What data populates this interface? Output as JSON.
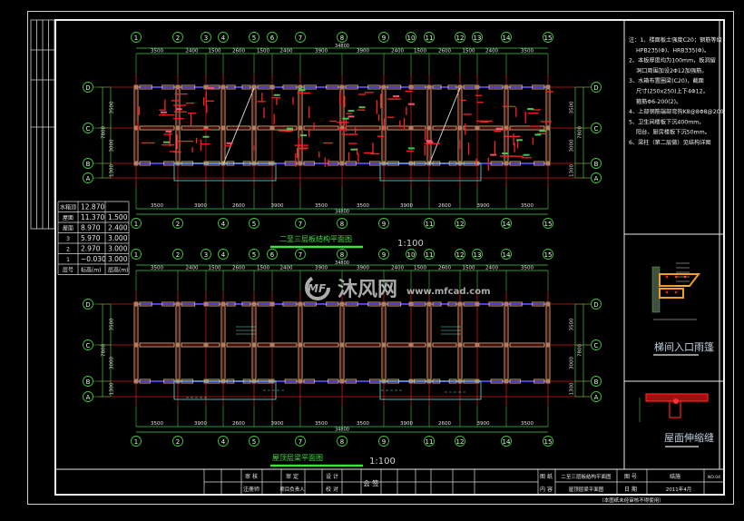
{
  "colors": {
    "background": "#000000",
    "frame": "#e8e8e8",
    "dimension": "#3ec83e",
    "grid": "#d01c1c",
    "wall": "#e0b080",
    "beam": "#5040d0",
    "annotation": "#ff5070",
    "detail": "#ff2020",
    "text_cyan": "#60e0e0"
  },
  "axes": {
    "columns": [
      "1",
      "2",
      "3",
      "4",
      "5",
      "6",
      "7",
      "8",
      "9",
      "10",
      "11",
      "12",
      "13",
      "14",
      "15"
    ],
    "rows": [
      "D",
      "C",
      "B",
      "A"
    ],
    "bottom_columns": [
      "1",
      "2",
      "4",
      "5",
      "7",
      "8",
      "9",
      "11",
      "12",
      "14",
      "15"
    ]
  },
  "dimensions": {
    "top_segments": [
      "3500",
      "2400",
      "1500",
      "2600",
      "1500",
      "2400",
      "3900",
      "3900",
      "2400",
      "1500",
      "2600",
      "1500",
      "2400",
      "3500"
    ],
    "bottom_segments": [
      "3500",
      "3900",
      "2600",
      "3900",
      "3500",
      "3500",
      "3900",
      "2600",
      "3900",
      "3500"
    ],
    "total": "34800",
    "vertical_segments": [
      "3500",
      "3000",
      "1300"
    ],
    "vertical_total": "7800"
  },
  "plans": {
    "upper": {
      "title": "二至三层板结构平面图",
      "scale": "1:100"
    },
    "lower": {
      "title": "屋顶层梁平面图",
      "scale": "1:100"
    }
  },
  "elevation_table": {
    "rows": [
      [
        "水箱顶",
        "12.870",
        ""
      ],
      [
        "屋面",
        "11.370",
        "1.500"
      ],
      [
        "屋面",
        "8.970",
        "2.400"
      ],
      [
        "3",
        "5.970",
        "3.000"
      ],
      [
        "2",
        "2.970",
        "3.000"
      ],
      [
        "1",
        "−0.030",
        "3.000"
      ]
    ],
    "header": [
      "层号",
      "标高(m)",
      "层高(m)"
    ]
  },
  "notes": [
    "注：1、楼面板土强度C20；钢筋等级：",
    "HPB235(Φ)、HRB335(Φ)。",
    "2、本板厚度均为100mm，板洞留",
    "洞口周围加设2Φ12加强筋。",
    "3、水箱布置圈梁(C20)，截面",
    "尺寸(250x250)上下4Φ12，",
    "箍筋Φ6-200(2)。",
    "4、上部钢筋端部弯钩K8@8Φ8@200",
    "5、卫生间楼板下沉400mm，",
    "阳台、厨房楼板下沉50mm。",
    "6、梁柱（第二层做）见结构详图"
  ],
  "details": {
    "canopy_title": "梯间入口雨篷",
    "joint_title": "屋面伸缩缝"
  },
  "title_block": {
    "review": "审 核",
    "approve": "审 定",
    "design": "设 计",
    "registrar": "注册师",
    "project_lead": "项目负责人",
    "check": "校 对",
    "countersign": "会 签",
    "drawing_label_1": "图 纸",
    "drawing_label_2": "内 容",
    "drawing_name_1": "二至三层板结构平面图",
    "drawing_name_2": "屋顶层梁平面图",
    "number_label": "图 号",
    "number_value": "结施",
    "number_extra": "NO.04",
    "date_label": "日 期",
    "date_value": "2011年4月",
    "footnote": "（本图纸未经审核不得使用）"
  },
  "watermark": {
    "brand": "沐风网",
    "url": "www.mfcad.com",
    "logo_letters": "MF"
  }
}
